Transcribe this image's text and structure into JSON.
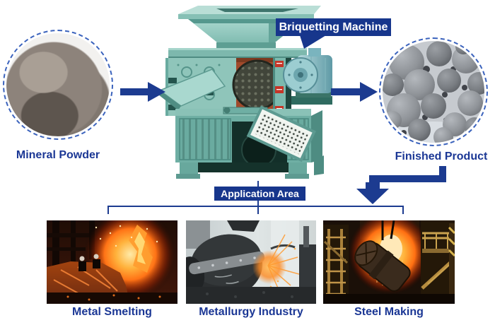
{
  "colors": {
    "navy_box": "#17368c",
    "line_blue": "#1c3b90",
    "dashed_border": "#3b63bd",
    "caption_text": "#1b3795",
    "machine_teal": "#7cb9ae",
    "background": "#ffffff"
  },
  "flow": {
    "input": {
      "label": "Mineral Powder",
      "alt": "pile of gray mineral powder"
    },
    "machine": {
      "label": "Briquetting Machine",
      "alt": "teal roller briquetting machine with hopper, motor and vibrating screen"
    },
    "output": {
      "label": "Finished Product",
      "alt": "round gray briquette balls"
    },
    "icons": [
      "right-arrow",
      "right-arrow",
      "elbow-down-arrow"
    ]
  },
  "applications": {
    "label": "Application Area",
    "items": [
      {
        "label": "Metal Smelting",
        "alt": "furnace with flames and molten metal"
      },
      {
        "label": "Metallurgy Industry",
        "alt": "dark ladle with flying sparks"
      },
      {
        "label": "Steel Making",
        "alt": "steel converter glowing in a mill"
      }
    ]
  }
}
